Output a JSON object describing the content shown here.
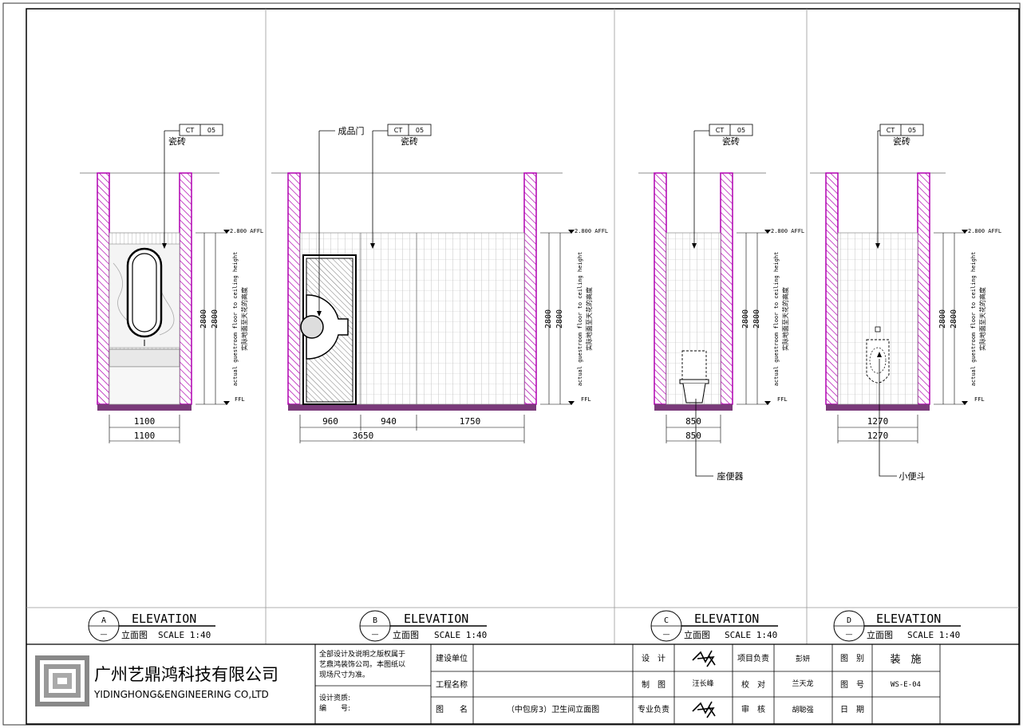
{
  "company": {
    "name_cn": "广州艺鼎鸿科技有限公司",
    "name_en": "YIDINGHONG&ENGINEERING CO,LTD"
  },
  "tags": {
    "material_code": "CT",
    "material_no": "05",
    "material_name": "瓷砖",
    "door_label": "成品门",
    "toilet_label": "座便器",
    "urinal_label": "小便斗"
  },
  "levels": {
    "top": "2.800 AFFL",
    "floor": "FFL",
    "note_en": "actual guestroom floor to ceiling height",
    "note_cn": "实际地面至天花的高度"
  },
  "elevations": [
    {
      "letter": "A",
      "dash": "—",
      "title": "ELEVATION",
      "sub": "立面图",
      "scale": "SCALE 1:40",
      "height": "2800",
      "height2": "2800",
      "widths": [
        "1100"
      ],
      "total": "1100"
    },
    {
      "letter": "B",
      "dash": "—",
      "title": "ELEVATION",
      "sub": "立面图",
      "scale": "SCALE 1:40",
      "height": "2800",
      "widths": [
        "960",
        "940",
        "1750"
      ],
      "total": "3650"
    },
    {
      "letter": "C",
      "dash": "—",
      "title": "ELEVATION",
      "sub": "立面图",
      "scale": "SCALE 1:40",
      "height": "2800",
      "height2": "2800",
      "widths": [
        "850"
      ],
      "total": "850"
    },
    {
      "letter": "D",
      "dash": "—",
      "title": "ELEVATION",
      "sub": "立面图",
      "scale": "SCALE 1:40",
      "height": "2800",
      "height2": "2800",
      "widths": [
        "1270"
      ],
      "total": "1270"
    }
  ],
  "title_block": {
    "copyright_1": "全部设计及说明之版权属于",
    "copyright_2": "艺鼎鸿装饰公司。本图纸以",
    "copyright_3": "现场尺寸为准。",
    "qualification_label": "设计资质:",
    "number_label": "编　　号:",
    "build_unit_label": "建设单位",
    "project_name_label": "工程名称",
    "drawing_name_label": "图　　名",
    "drawing_name_value": "（中包房3）卫生间立面图",
    "design_label": "设　计",
    "drafting_label": "制　图",
    "drafting_value": "汪长峰",
    "specialist_label": "专业负责",
    "pm_label": "项目负责",
    "pm_value": "彭妍",
    "check_label": "校　对",
    "check_value": "兰天龙",
    "review_label": "审　核",
    "review_value": "胡聪强",
    "category_label": "图　别",
    "category_value": "装　施",
    "drawing_no_label": "图　号",
    "drawing_no_value": "WS-E-04",
    "date_label": "日　期"
  }
}
